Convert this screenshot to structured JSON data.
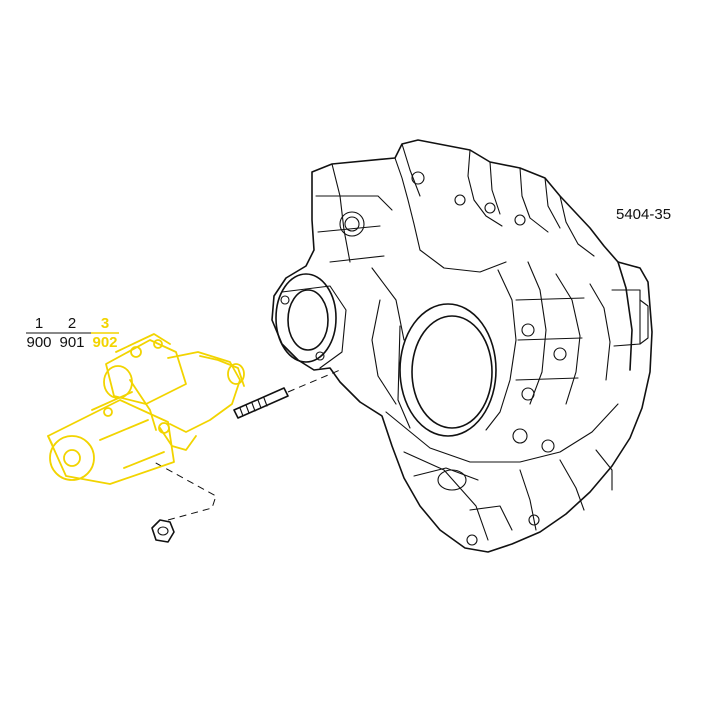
{
  "diagram": {
    "reference_code": "5404-35",
    "highlight_color": "#f2d400",
    "line_color": "#111111",
    "callouts": [
      {
        "item": "1",
        "part": "900",
        "highlighted": false
      },
      {
        "item": "2",
        "part": "901",
        "highlighted": false
      },
      {
        "item": "3",
        "part": "902",
        "highlighted": true
      }
    ],
    "parts": [
      {
        "id": "flywheel-housing",
        "icon": "flywheel-housing-drawing",
        "highlighted": false
      },
      {
        "id": "starter-motor",
        "icon": "starter-motor-drawing",
        "highlighted": true
      },
      {
        "id": "stud",
        "icon": "stud-drawing",
        "highlighted": false
      },
      {
        "id": "nut",
        "icon": "nut-drawing",
        "highlighted": false
      }
    ]
  }
}
